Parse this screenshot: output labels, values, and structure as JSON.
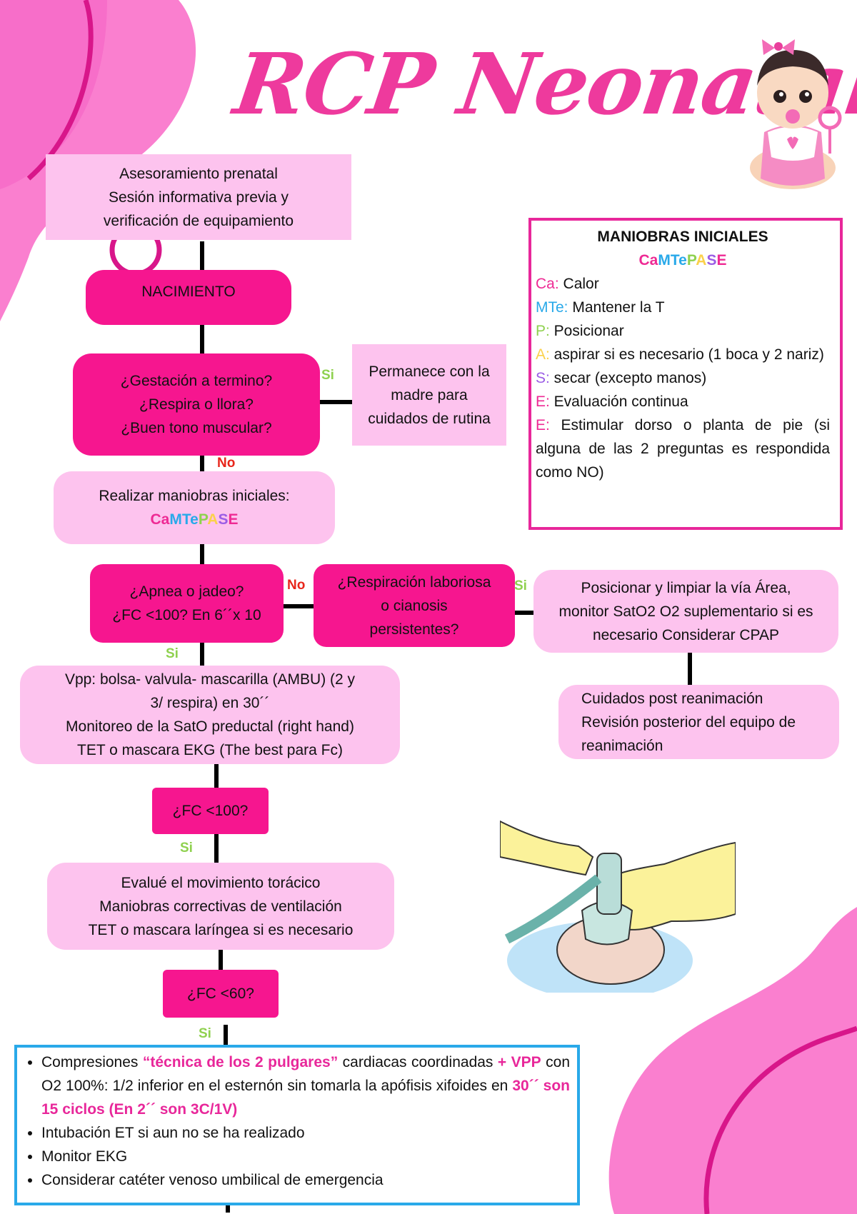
{
  "title": "RCP Neonatal",
  "flow": {
    "prenatal": [
      "Asesoramiento prenatal",
      "Sesión informativa previa y",
      "verificación de equipamiento"
    ],
    "nacimiento": "NACIMIENTO",
    "gestacion": [
      "¿Gestación a termino?",
      "¿Respira o llora?",
      "¿Buen tono muscular?"
    ],
    "permanece": [
      "Permanece con la",
      "madre para",
      "cuidados de rutina"
    ],
    "maniobras_iniciales": "Realizar maniobras iniciales:",
    "apnea": [
      "¿Apnea o jadeo?",
      "¿FC <100? En 6´´x 10"
    ],
    "respiracion": [
      "¿Respiración laboriosa",
      "o cianosis",
      "persistentes?"
    ],
    "posicionar": [
      "Posicionar y limpiar la vía Área,",
      "monitor SatO2 O2 suplementario si es",
      "necesario Considerar CPAP"
    ],
    "cuidados_post": [
      "Cuidados post reanimación",
      "Revisión posterior del equipo de",
      "reanimación"
    ],
    "vpp": [
      "Vpp: bolsa- valvula- mascarilla (AMBU) (2 y",
      "3/ respira) en 30´´",
      "Monitoreo de la SatO preductal (right hand)",
      "TET o mascara EKG (The best para Fc)"
    ],
    "fc100": "¿FC <100?",
    "evalue": [
      "Evalué el movimiento torácico",
      "Maniobras correctivas de ventilación",
      "TET o mascara laríngea si es necesario"
    ],
    "fc60": "¿FC <60?"
  },
  "labels": {
    "si": "Si",
    "no": "No"
  },
  "camtepase": {
    "parts": [
      {
        "text": "Ca",
        "color": "#ee2a94"
      },
      {
        "text": "MTe",
        "color": "#29a9e9"
      },
      {
        "text": "P",
        "color": "#8fd14f"
      },
      {
        "text": "A",
        "color": "#fbd14b"
      },
      {
        "text": "S",
        "color": "#9b5de5"
      },
      {
        "text": "E",
        "color": "#ee2a94"
      }
    ]
  },
  "maniobras_box": {
    "heading": "MANIOBRAS INICIALES",
    "items": [
      {
        "code": "Ca:",
        "color": "#ee2a94",
        "text": " Calor"
      },
      {
        "code": "MTe:",
        "color": "#29a9e9",
        "text": " Mantener la T"
      },
      {
        "code": "P:",
        "color": "#8fd14f",
        "text": " Posicionar"
      },
      {
        "code": "A:",
        "color": "#fbd14b",
        "text": " aspirar si es necesario (1 boca y 2 nariz)"
      },
      {
        "code": "S:",
        "color": "#9b5de5",
        "text": " secar (excepto manos)"
      },
      {
        "code": "E:",
        "color": "#ee2a94",
        "text": " Evaluación continua"
      },
      {
        "code": "E:",
        "color": "#ee2a94",
        "text": " Estimular dorso o planta de pie (si alguna de las 2 preguntas es respondida como NO)"
      }
    ]
  },
  "bottom_list": {
    "item1": {
      "a": "Compresiones ",
      "b": "“técnica de los 2 pulgares”",
      "c": " cardiacas coordinadas ",
      "d": "+ VPP",
      "e": " con O2 100%: 1/2 inferior en el esternón sin tomarla la apófisis xifoides en ",
      "f": "30´´ son 15 ciclos (En 2´´ son 3C/1V)"
    },
    "item2": "Intubación ET si aun no se ha realizado",
    "item3": "Monitor EKG",
    "item4": "Considerar catéter venoso umbilical de emergencia"
  },
  "colors": {
    "magenta": "#f6168f",
    "pale_pink": "#fdc3ee",
    "title_pink": "#ee3a9d",
    "blue_border": "#29a9e9"
  }
}
